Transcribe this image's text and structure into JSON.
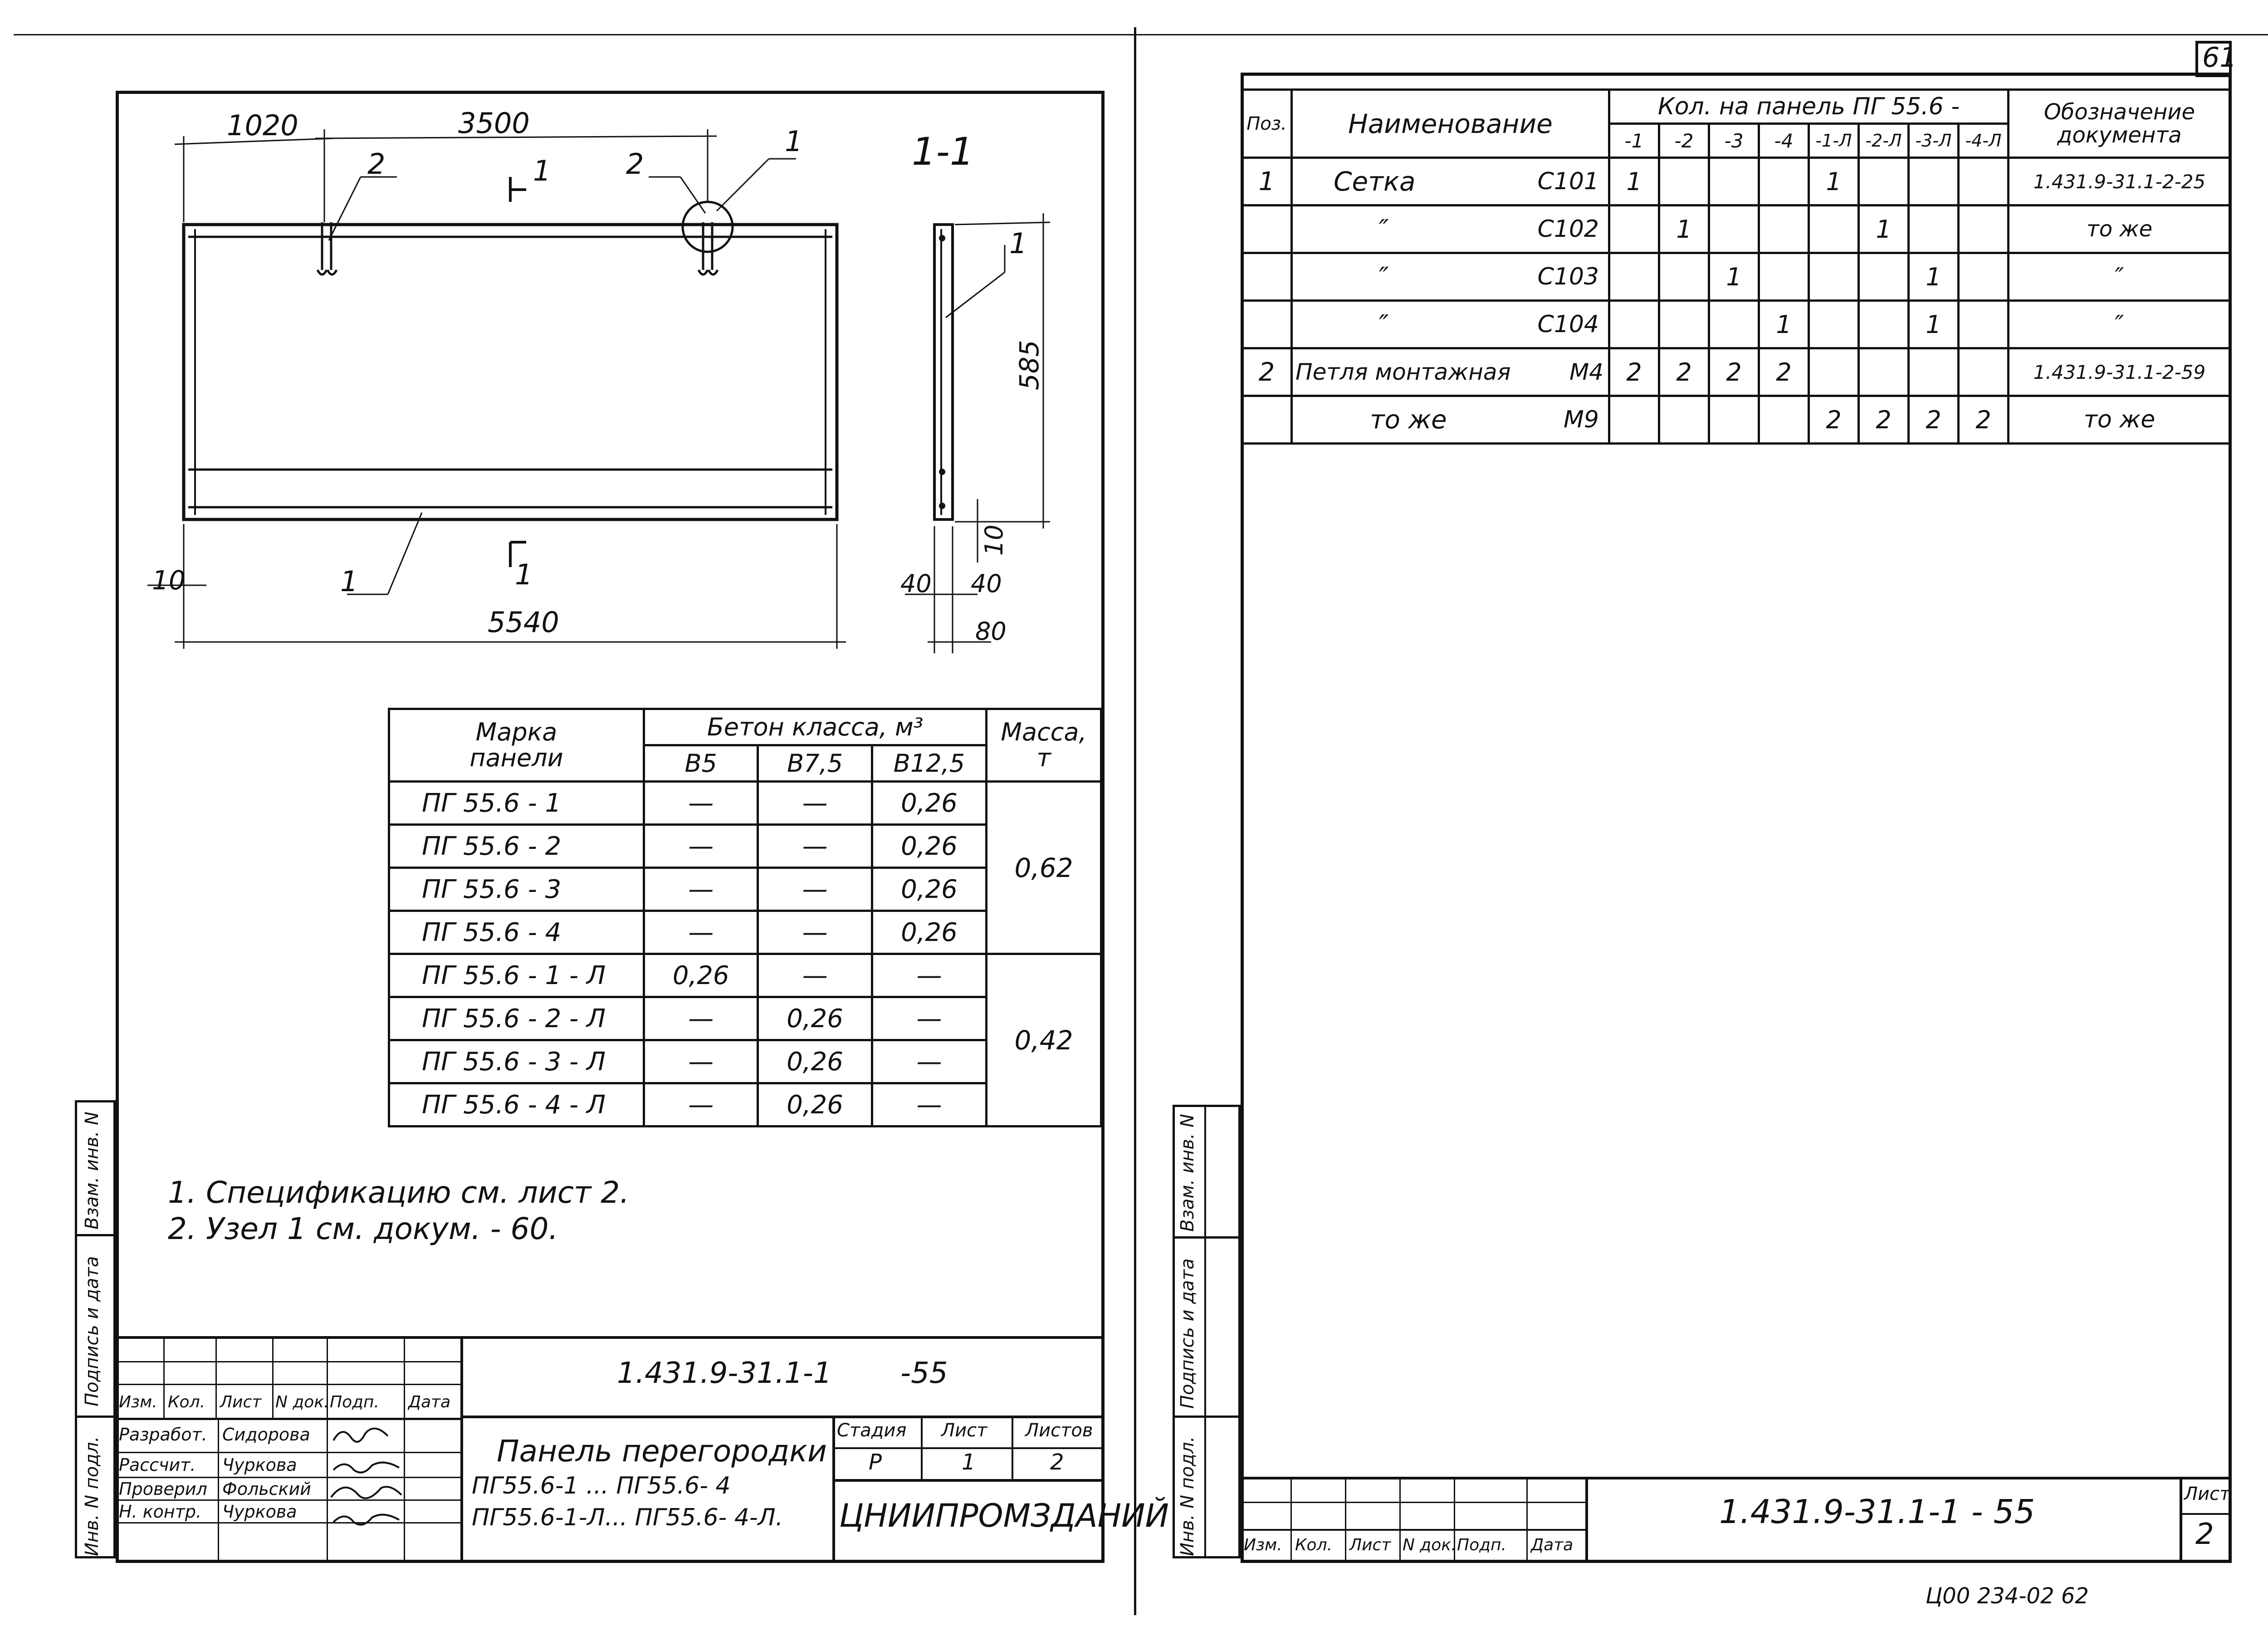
{
  "sheet_number_corner": "61",
  "bottom_stamp": "Ц00 234-02   62",
  "left_sheet": {
    "drawing": {
      "dim_1020": "1020",
      "dim_3500": "3500",
      "dim_5540": "5540",
      "dim_10_left": "10",
      "leader_2a": "2",
      "leader_2b": "2",
      "leader_1_top": "1",
      "leader_1_bottom": "1",
      "section_mark_top": "1",
      "section_mark_bottom": "1",
      "section_title": "1-1",
      "sec_leader_1": "1",
      "sec_dim_585": "585",
      "sec_dim_10": "10",
      "sec_dim_40_left": "40",
      "sec_dim_40_right": "40",
      "sec_dim_80": "80"
    },
    "concrete_table": {
      "header_mark": [
        "Марка",
        "панели"
      ],
      "header_concrete": "Бетон класса, м³",
      "header_mass": [
        "Масса,",
        "т"
      ],
      "classes": [
        "B5",
        "B7,5",
        "B12,5"
      ],
      "rows": [
        {
          "mark": "ПГ 55.6 - 1",
          "b5": "—",
          "b75": "—",
          "b125": "0,26"
        },
        {
          "mark": "ПГ 55.6 - 2",
          "b5": "—",
          "b75": "—",
          "b125": "0,26"
        },
        {
          "mark": "ПГ 55.6 - 3",
          "b5": "—",
          "b75": "—",
          "b125": "0,26"
        },
        {
          "mark": "ПГ 55.6 - 4",
          "b5": "—",
          "b75": "—",
          "b125": "0,26"
        },
        {
          "mark": "ПГ 55.6 - 1 - Л",
          "b5": "0,26",
          "b75": "—",
          "b125": "—"
        },
        {
          "mark": "ПГ 55.6 - 2 - Л",
          "b5": "—",
          "b75": "0,26",
          "b125": "—"
        },
        {
          "mark": "ПГ 55.6 - 3 - Л",
          "b5": "—",
          "b75": "0,26",
          "b125": "—"
        },
        {
          "mark": "ПГ 55.6 - 4 - Л",
          "b5": "—",
          "b75": "0,26",
          "b125": "—"
        }
      ],
      "mass_group1": "0,62",
      "mass_group2": "0,42"
    },
    "notes": [
      "1. Спецификацию  см.  лист  2.",
      "2. Узел  1  см.  докум. - 60."
    ],
    "side_labels": [
      "Взам. инв. N",
      "Подпись и дата",
      "Инв. N подл."
    ],
    "title_block": {
      "code": "1.431.9-31.1-1",
      "suffix": "-55",
      "col_headers": [
        "Изм.",
        "Кол.",
        "Лист",
        "N док.",
        "Подп.",
        "Дата"
      ],
      "roles": [
        "Разработ.",
        "Рассчит.",
        "Проверил",
        "Н. контр."
      ],
      "names": [
        "Сидорова",
        "Чуркова",
        "Фольский",
        "Чуркова"
      ],
      "title_lines": [
        "Панель  перегородки",
        "ПГ55.6-1 ...  ПГ55.6- 4",
        "ПГ55.6-1-Л...  ПГ55.6- 4-Л."
      ],
      "stage_label": "Стадия",
      "sheet_label": "Лист",
      "sheets_label": "Листов",
      "stage": "Р",
      "sheet": "1",
      "sheets": "2",
      "org": "ЦНИИПРОМЗДАНИЙ"
    }
  },
  "right_sheet": {
    "spec_table": {
      "h_pos": "Поз.",
      "h_name": "Наименование",
      "h_qty": "Кол. на панель ПГ 55.6 -",
      "h_doc": [
        "Обозначение",
        "документа"
      ],
      "variants": [
        "-1",
        "-2",
        "-3",
        "-4",
        "-1-Л",
        "-2-Л",
        "-3-Л",
        "-4-Л"
      ],
      "rows": [
        {
          "pos": "1",
          "name": "Сетка",
          "code": "С101",
          "q": [
            "1",
            "",
            "",
            "",
            "1",
            "",
            "",
            ""
          ],
          "doc": "1.431.9-31.1-2-25"
        },
        {
          "pos": "",
          "name": "″",
          "code": "С102",
          "q": [
            "",
            "1",
            "",
            "",
            "",
            "1",
            "",
            ""
          ],
          "doc": "то же"
        },
        {
          "pos": "",
          "name": "″",
          "code": "С103",
          "q": [
            "",
            "",
            "1",
            "",
            "",
            "",
            "1",
            ""
          ],
          "doc": "″"
        },
        {
          "pos": "",
          "name": "″",
          "code": "С104",
          "q": [
            "",
            "",
            "",
            "1",
            "",
            "",
            "1",
            ""
          ],
          "doc": "″"
        },
        {
          "pos": "2",
          "name": "Петля монтажная",
          "code": "М4",
          "q": [
            "2",
            "2",
            "2",
            "2",
            "",
            "",
            "",
            ""
          ],
          "doc": "1.431.9-31.1-2-59"
        },
        {
          "pos": "",
          "name": "то же",
          "code": "М9",
          "q": [
            "",
            "",
            "",
            "",
            "2",
            "2",
            "2",
            "2"
          ],
          "doc": "то же"
        }
      ]
    },
    "side_labels": [
      "Взам. инв. N",
      "Подпись и дата",
      "Инв. N подл."
    ],
    "title_block": {
      "code": "1.431.9-31.1-1 - 55",
      "sheet_label": "Лист",
      "sheet": "2",
      "col_headers": [
        "Изм.",
        "Кол.",
        "Лист",
        "N док.",
        "Подп.",
        "Дата"
      ]
    }
  }
}
